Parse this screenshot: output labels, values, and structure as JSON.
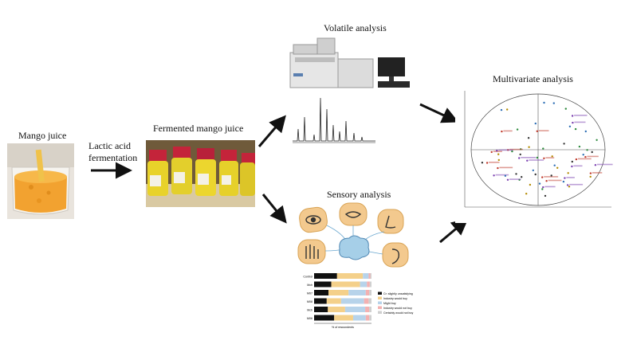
{
  "labels": {
    "mango_juice": "Mango juice",
    "fermentation_line1": "Lactic acid",
    "fermentation_line2": "fermentation",
    "fermented": "Fermented mango juice",
    "volatile": "Volatile analysis",
    "sensory": "Sensory analysis",
    "multivariate": "Multivariate analysis"
  },
  "sensory_bar_chart": {
    "rows": [
      "Control",
      "Mch",
      "M07",
      "M08",
      "Mcb",
      "M06"
    ],
    "legend": [
      "Cr: slightly unsatisfying",
      "Industry would buy",
      "Might buy",
      "Industry would not buy",
      "Certainly would not buy"
    ],
    "xlabel": "% of respondents"
  },
  "colors": {
    "mango": "#f2a230",
    "jar_cap": "#c4243a",
    "arrow": "#111111",
    "sensory_bg": "#f3c98e",
    "cloud": "#a6cfe8",
    "bar_series": [
      "#111111",
      "#f4d08a",
      "#b7d3ea",
      "#f3b1b1",
      "#d0d0d0"
    ]
  }
}
